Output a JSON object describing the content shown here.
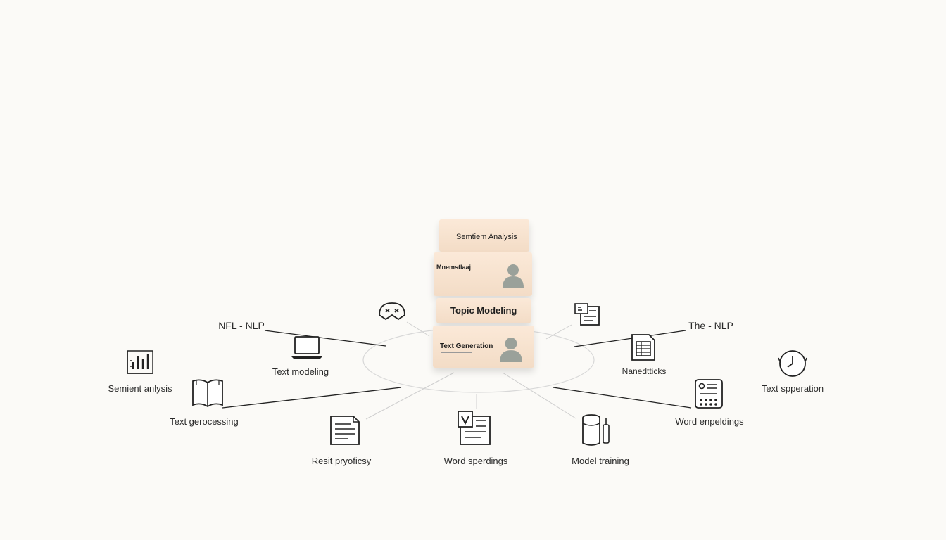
{
  "center_stack": {
    "box1_title": "Semtiem Analysis",
    "box2_side_title": "Mnemstlaaj",
    "box3_title": "Topic Modeling",
    "box4_title": "Text Generation"
  },
  "labels": {
    "nfl_nlp": "NFL - NLP",
    "the_nlp": "The - NLP",
    "text_modeling": "Text modeling",
    "semient_anlysis": "Semient anlysis",
    "text_gerocessing": "Text gerocessing",
    "resit_pryoficsy": "Resit pryoficsy",
    "word_sperdings": "Word sperdings",
    "model_training": "Model training",
    "word_enpeldings": "Word enpeldings",
    "text_spperation": "Text spperation",
    "nanedtticks": "Nanedtticks"
  },
  "icons": {
    "mask": "theater-mask-icon",
    "laptop": "laptop-icon",
    "chart": "bar-chart-icon",
    "book": "open-book-icon",
    "document": "document-icon",
    "v_doc": "v-document-icon",
    "cylinder": "database-cylinder-icon",
    "calculator": "calculator-icon",
    "clock": "clock-icon",
    "spreadsheet": "spreadsheet-icon",
    "form": "form-document-icon"
  },
  "colors": {
    "box": "#f3dcc6",
    "line": "#222222",
    "ring": "#d6d6d6"
  }
}
